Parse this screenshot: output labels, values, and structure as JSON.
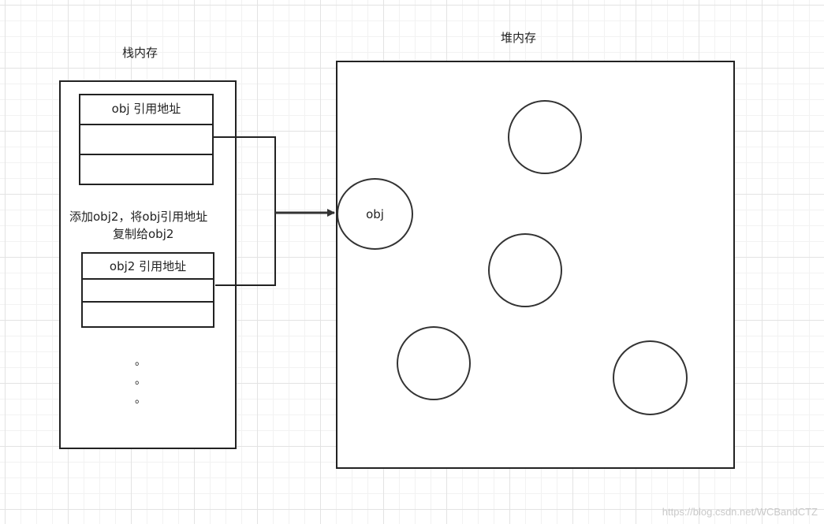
{
  "stack": {
    "title": "栈内存",
    "obj_ref": "obj 引用地址",
    "note_line1": "添加obj2，将obj引用地址",
    "note_line2": "复制给obj2",
    "obj2_ref": "obj2 引用地址",
    "ellipsis": [
      "。",
      "。",
      "。"
    ]
  },
  "heap": {
    "title": "堆内存",
    "obj_label": "obj"
  },
  "watermark": "https://blog.csdn.net/WCBandCTZ"
}
